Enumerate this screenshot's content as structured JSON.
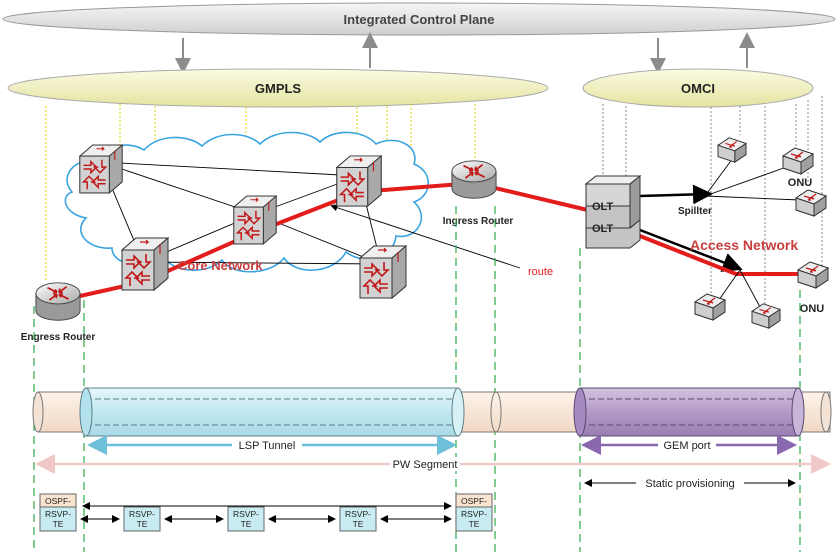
{
  "control_plane": {
    "label": "Integrated Control Plane"
  },
  "gmpls": {
    "label": "GMPLS"
  },
  "omci": {
    "label": "OMCI"
  },
  "core": {
    "network_label": "Core Network",
    "route_label": "route"
  },
  "routers": {
    "ingress": "Ingress Router",
    "engress": "Engress Router"
  },
  "access": {
    "network_label": "Access Network",
    "olt_top": "OLT",
    "olt_bottom": "OLT",
    "spillter": "Spillter",
    "onu_top": "ONU",
    "onu_bottom": "ONU"
  },
  "tunnels": {
    "lsp": "LSP Tunnel",
    "gem": "GEM port",
    "pw": "PW Segment"
  },
  "signaling": {
    "ospf_left": "OSPF-TE",
    "ospf_right": "OSPF-TE",
    "rsvp": [
      "RSVP-TE",
      "RSVP-TE",
      "RSVP-TE",
      "RSVP-TE",
      "RSVP-TE"
    ],
    "static": "Static provisioning"
  },
  "colors": {
    "ellipse": "#f0f0b8",
    "control_plane": "#e6e6e6",
    "route": "#e31c1c",
    "lsp_pipe": "#c8ecf2",
    "gem_pipe": "#b9a2cc",
    "pw_pipe": "#f8e4d4",
    "lsp_arrow": "#6ec0d8",
    "gem_arrow": "#8a68b0",
    "pw_arrow": "#f0c8c8"
  }
}
